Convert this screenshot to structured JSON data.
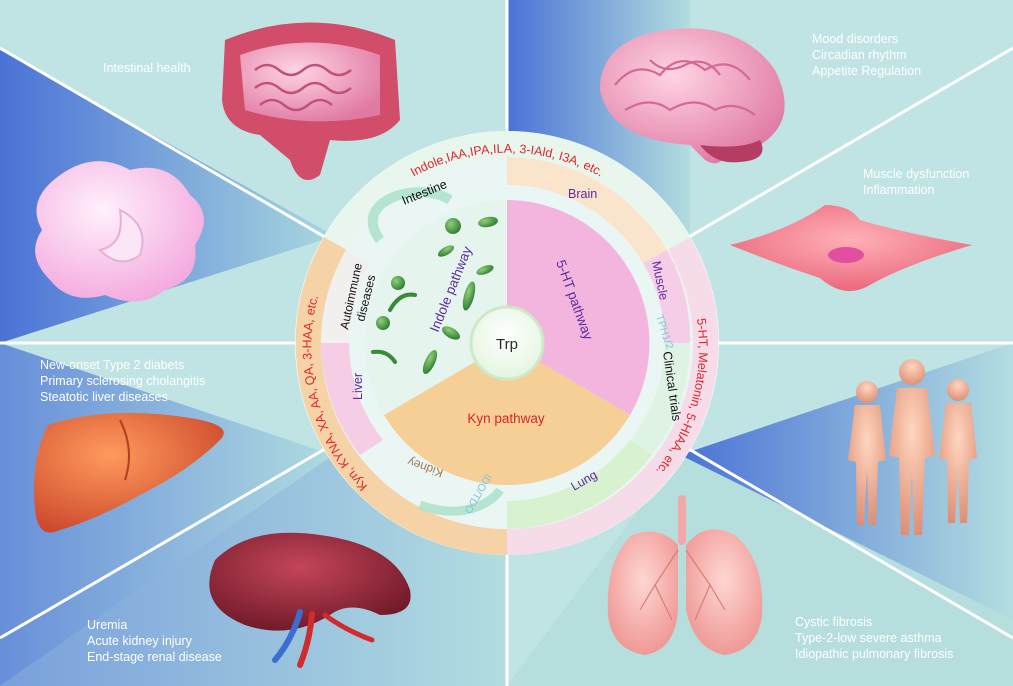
{
  "center": {
    "label": "Trp"
  },
  "pathways": {
    "indole": {
      "label": "Indole pathway",
      "color": "#5a2ca0"
    },
    "serotonin": {
      "label": "5-HT pathway",
      "color": "#5a2ca0"
    },
    "kynurenine": {
      "label": "Kyn pathway",
      "color": "#d9262b"
    }
  },
  "organ_ring": {
    "intestine": "Intestine",
    "brain": "Brain",
    "muscle": "Muscle",
    "clinical_trials": "Clinical trials",
    "lung": "Lung",
    "kidney": "Kidney",
    "liver": "Liver",
    "autoimmune_line1": "Autoimmune",
    "autoimmune_line2": "diseases"
  },
  "enzymes": {
    "tph": "TPH1/2",
    "ido_tdo": "IDO/TDO"
  },
  "metabolites": {
    "indole": "Indole,IAA,IPA,ILA, 3-IAld, I3A, etc.",
    "serotonin": "5-HT, Melatonin, 5-HIAA, etc.",
    "kynurenine": "Kyn, KYNA, XA, AA, QA, 3-HAA, etc."
  },
  "sectors": {
    "intestinal": [
      "Intestinal health"
    ],
    "brain": [
      "Mood disorders",
      "Circadian rhythm",
      "Appetite Regulation"
    ],
    "muscle": [
      "Muscle dysfunction",
      "Inflammation"
    ],
    "liver": [
      "New-onset Type 2 diabets",
      "Primary sclerosing cholangitis",
      "Steatotic liver diseases"
    ],
    "kidney": [
      "Uremia",
      "Acute kidney injury",
      "End-stage renal disease"
    ],
    "lung": [
      "Cystic fibrosis",
      "Type-2-low severe asthma",
      "Idiopathic pulmonary fibrosis"
    ]
  },
  "icons": [
    "intestine-icon",
    "immune-cell-icon",
    "brain-icon",
    "muscle-cell-icon",
    "human-figures-icon",
    "liver-icon",
    "kidney-icon",
    "lungs-icon",
    "bacteria-icon"
  ],
  "colors": {
    "metabolite_text": "#e0262b",
    "pathway_text": "#5a2ca0",
    "sector_dark": "#4e78d8",
    "sector_light": "#b7e0df"
  }
}
